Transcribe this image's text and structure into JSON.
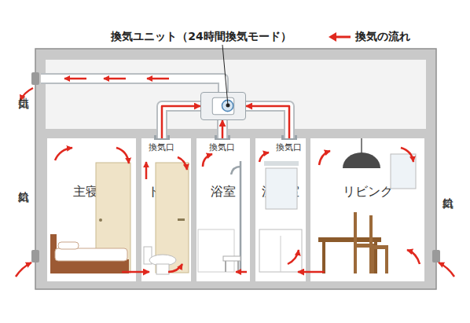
{
  "diagram": {
    "nodes": [
      {
        "text": [
          "換気ユニット（24時間換気モード）"
        ]
      },
      {
        "text": [
          "主寝室"
        ]
      },
      {
        "text": [
          "トイレ"
        ]
      },
      {
        "text": [
          "浴室"
        ]
      },
      {
        "text": [
          "洗面室"
        ]
      },
      {
        "text": [
          "リビング"
        ]
      }
    ],
    "edges": [
      {
        "from": 2,
        "to": 0,
        "arrow": "to"
      },
      {
        "from": 3,
        "to": 0,
        "arrow": "to"
      },
      {
        "from": 4,
        "to": 0,
        "arrow": "to"
      },
      {
        "from": 1,
        "to": 2,
        "arrow": "to"
      },
      {
        "from": 5,
        "to": 4,
        "arrow": "to"
      }
    ],
    "labels": [
      "排気口",
      "給気口",
      "給気口",
      "換気口",
      "換気口",
      "換気口"
    ],
    "legend": [
      {
        "text": "換気の流れ"
      }
    ]
  }
}
